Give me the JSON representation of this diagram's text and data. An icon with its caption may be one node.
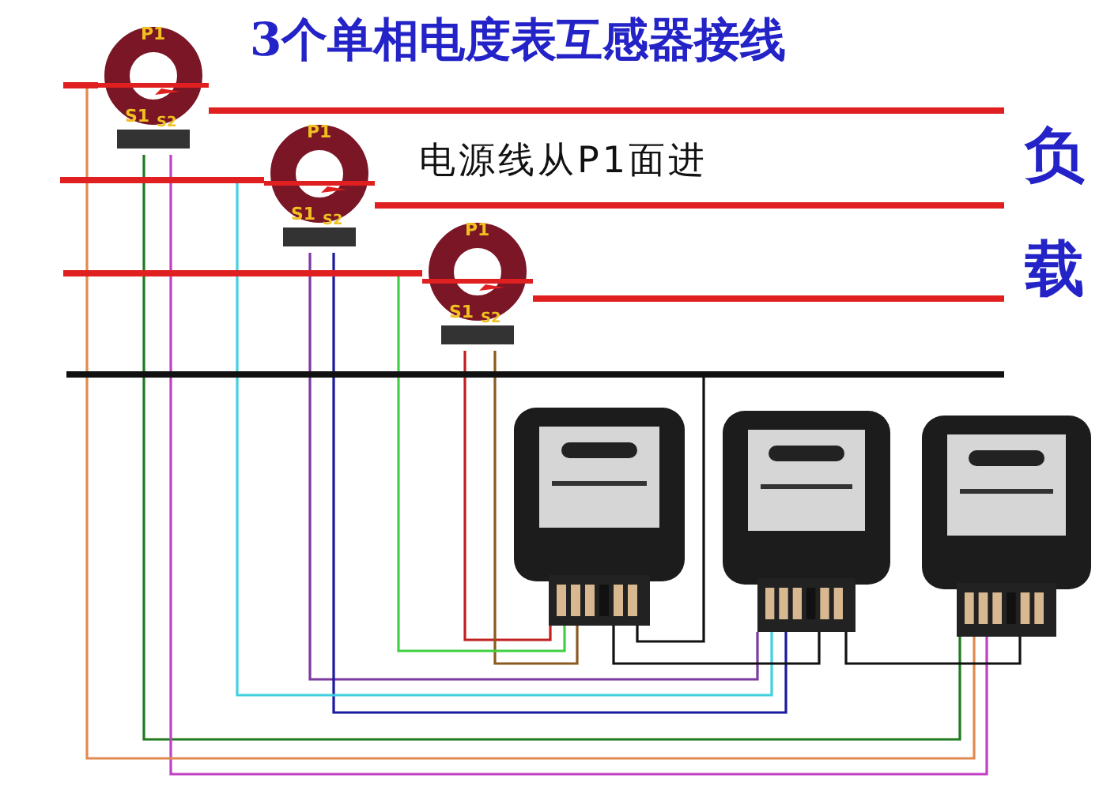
{
  "diagram": {
    "title": "3个单相电度表互感器接线",
    "nodes": [
      {
        "text": [
          "P1",
          "S1",
          "S2"
        ]
      },
      {
        "text": [
          "P1",
          "S1",
          "S2"
        ]
      },
      {
        "text": [
          "P1",
          "S1",
          "S2"
        ]
      },
      {
        "text": [],
        "shape": "picture"
      },
      {
        "text": [],
        "shape": "picture"
      },
      {
        "text": [],
        "shape": "picture"
      },
      {
        "text": [],
        "shape": "bar"
      },
      {
        "text": [],
        "shape": "bar"
      },
      {
        "text": [],
        "shape": "bar"
      },
      {
        "text": [],
        "shape": "bar"
      }
    ],
    "edges": [
      {
        "from": 0,
        "to": null,
        "arrow": "none",
        "style": "thick",
        "color": "#e02020"
      },
      {
        "from": 1,
        "to": null,
        "arrow": "none",
        "style": "thick",
        "color": "#e02020"
      },
      {
        "from": 2,
        "to": null,
        "arrow": "none",
        "style": "thick",
        "color": "#e02020"
      },
      {
        "from": 0,
        "to": 5,
        "arrow": "none",
        "color": "#1f7a1f"
      },
      {
        "from": 0,
        "to": 5,
        "arrow": "none",
        "color": "#c040c0"
      },
      {
        "from": 6,
        "to": 5,
        "arrow": "none",
        "color": "#e08a50"
      },
      {
        "from": 1,
        "to": 4,
        "arrow": "none",
        "color": "#7a3aa0"
      },
      {
        "from": 1,
        "to": 4,
        "arrow": "none",
        "color": "#1a1aa0"
      },
      {
        "from": 7,
        "to": 4,
        "arrow": "none",
        "color": "#40d0e0"
      },
      {
        "from": 2,
        "to": 3,
        "arrow": "none",
        "color": "#c02020"
      },
      {
        "from": 2,
        "to": 3,
        "arrow": "none",
        "color": "#8a5a20"
      },
      {
        "from": 8,
        "to": 3,
        "arrow": "none",
        "color": "#40d040"
      },
      {
        "from": 9,
        "to": 3,
        "arrow": "none",
        "color": "#111111"
      },
      {
        "from": 3,
        "to": 4,
        "arrow": "none",
        "color": "#111111"
      },
      {
        "from": 4,
        "to": 5,
        "arrow": "none",
        "color": "#111111"
      }
    ],
    "labels": [
      "电源线从P1面进",
      "负载"
    ]
  }
}
